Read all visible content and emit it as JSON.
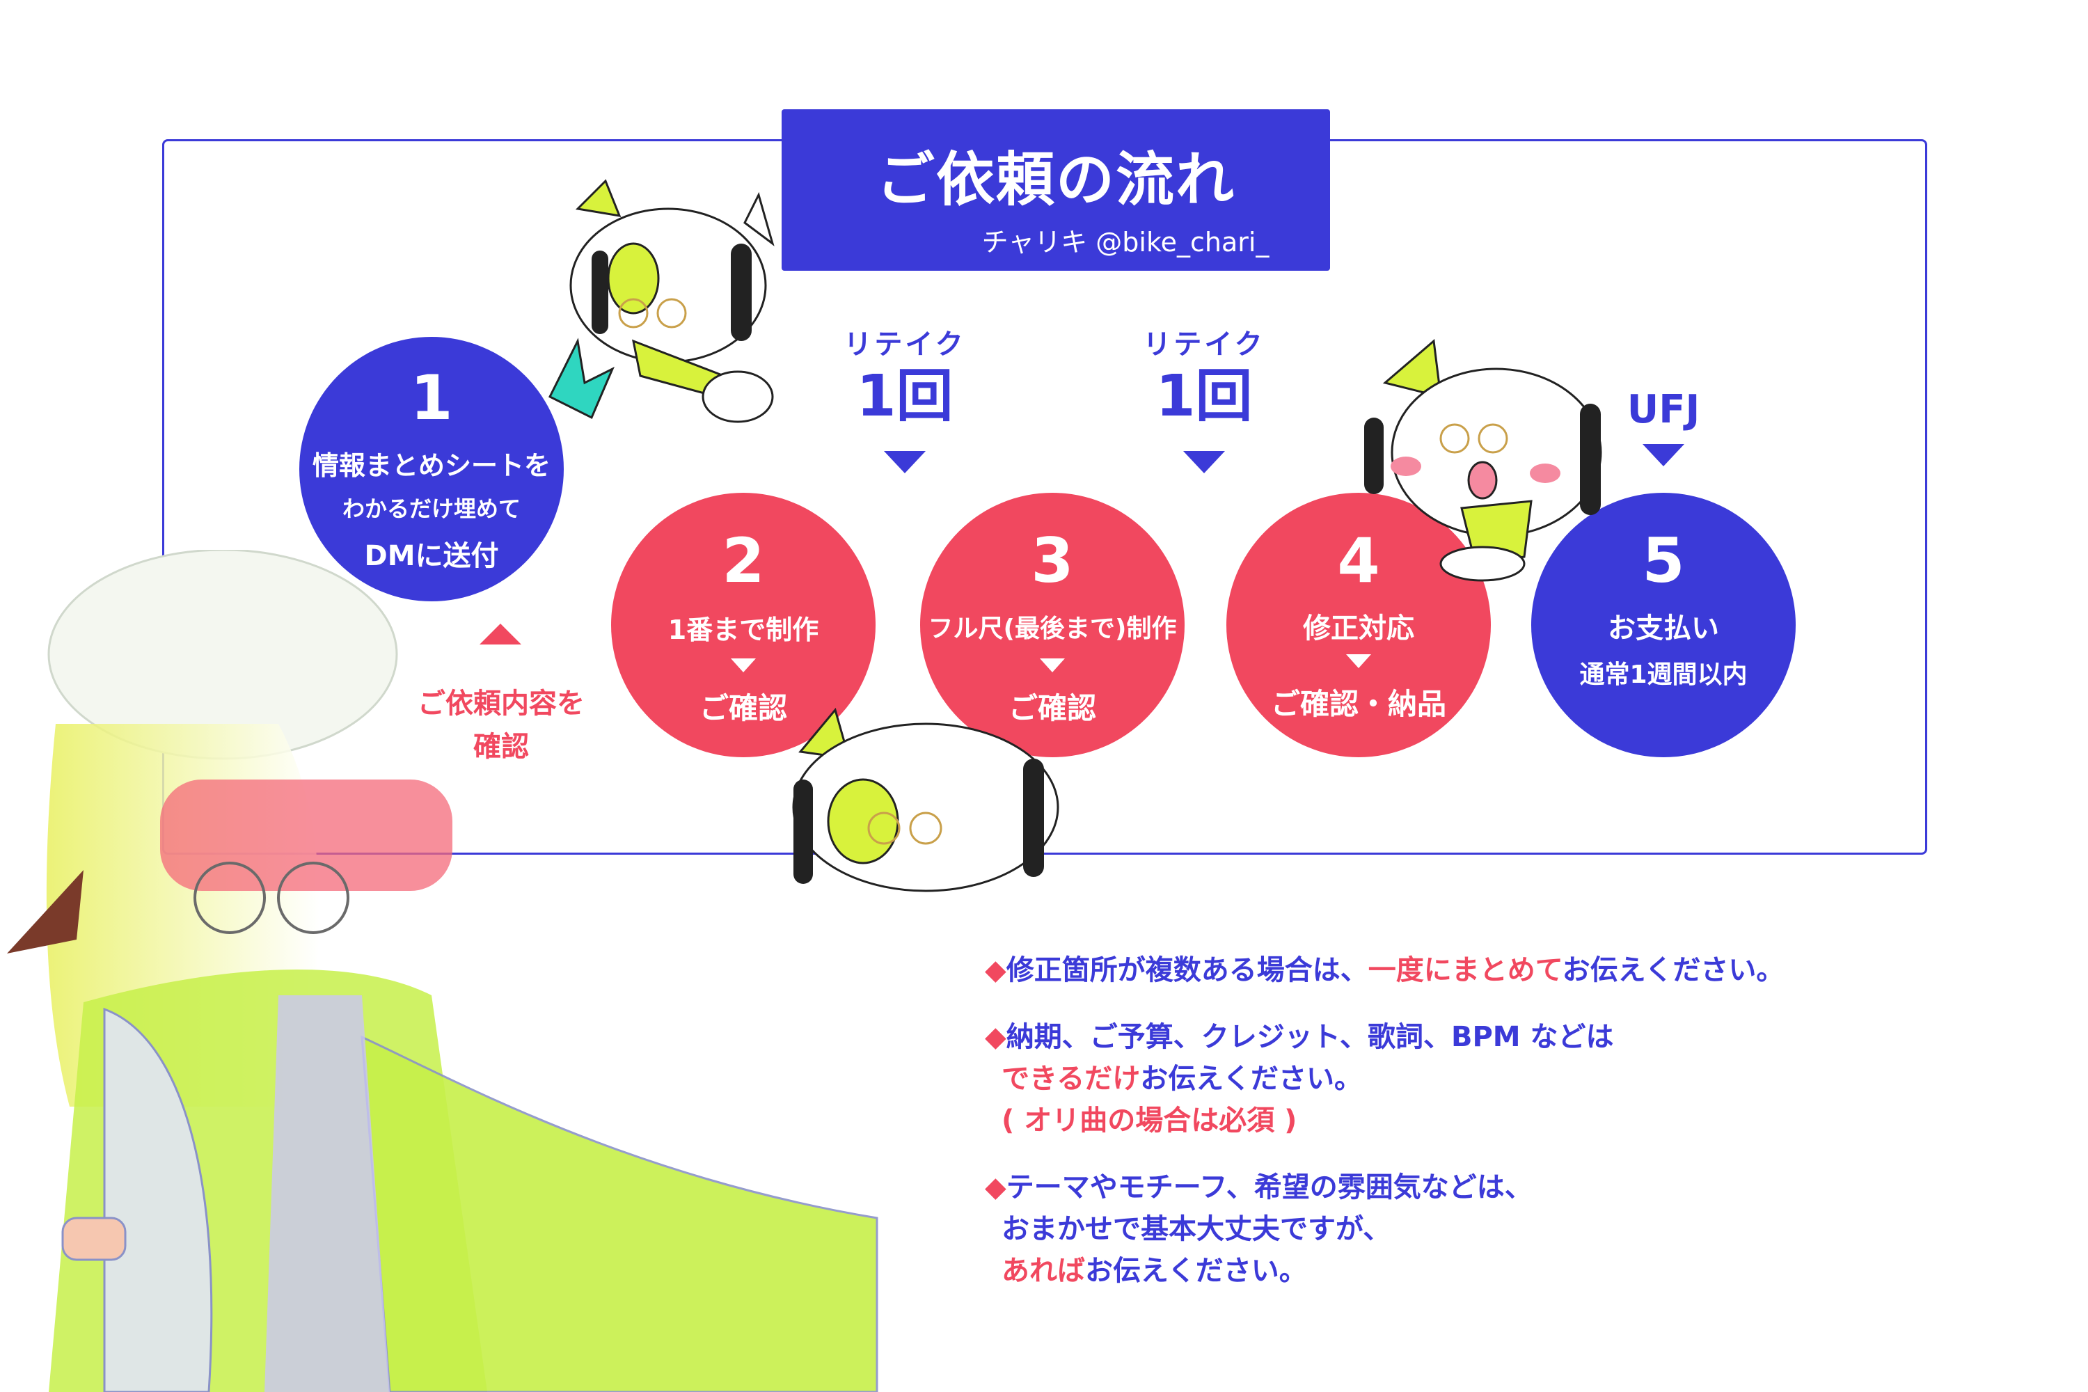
{
  "header": {
    "title": "ご依頼の流れ",
    "credit": "チャリキ @bike_chari_"
  },
  "steps": [
    {
      "num": "1",
      "line1": "情報まとめシートを",
      "line2": "わかるだけ埋めて",
      "line3": "DMに送付"
    },
    {
      "num": "2",
      "line1": "1番まで制作",
      "line2": "ご確認"
    },
    {
      "num": "3",
      "line1": "フル尺(最後まで)制作",
      "line2": "ご確認"
    },
    {
      "num": "4",
      "line1": "修正対応",
      "line2": "ご確認・納品"
    },
    {
      "num": "5",
      "line1": "お支払い",
      "line2": "通常1週間以内"
    }
  ],
  "retakes": [
    {
      "label": "リテイク",
      "count": "1回"
    },
    {
      "label": "リテイク",
      "count": "1回"
    }
  ],
  "payment_method": "UFJ",
  "confirm_note": {
    "line1": "ご依頼内容を",
    "line2": "確認"
  },
  "notes": {
    "n1": {
      "bullet": "◆",
      "a": "修正箇所が複数ある場合は、",
      "em": "一度にまとめて",
      "b": "お伝えください。"
    },
    "n2": {
      "bullet": "◆",
      "a": "納期、ご予算、クレジット、歌詞、BPM  などは",
      "em": "できるだけ",
      "b": "お伝えください。",
      "c": "( オリ曲の場合は必須 )"
    },
    "n3": {
      "bullet": "◆",
      "a": "テーマやモチーフ、希望の雰囲気などは、",
      "b": "おまかせで基本大丈夫ですが、",
      "em": "あれば",
      "c": "お伝えください。"
    }
  },
  "colors": {
    "blue": "#3b3ad8",
    "red": "#f1485f",
    "lime": "#d8f23c"
  }
}
